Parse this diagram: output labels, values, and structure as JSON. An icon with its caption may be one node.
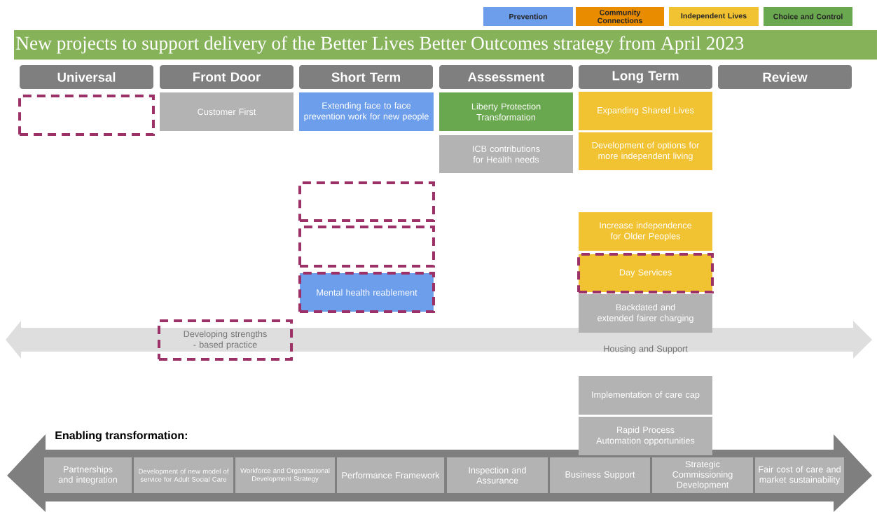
{
  "diagram": {
    "title": "New projects to support delivery of the Better Lives Better Outcomes strategy from April 2023",
    "nodes": [
      {
        "text": [
          "Universal"
        ]
      },
      {
        "text": [
          "Front Door"
        ]
      },
      {
        "text": [
          "Short Term"
        ]
      },
      {
        "text": [
          "Assessment"
        ]
      },
      {
        "text": [
          "Long Term"
        ]
      },
      {
        "text": [
          "Review"
        ]
      },
      {
        "text": [],
        "shape": "box"
      },
      {
        "text": [
          "Customer First"
        ]
      },
      {
        "text": [
          "Extending face to face prevention work for new people"
        ]
      },
      {
        "text": [
          "Liberty Protection Transformation"
        ]
      },
      {
        "text": [
          "Expanding Shared Lives"
        ]
      },
      {
        "text": [
          "ICB contributions for Health needs"
        ]
      },
      {
        "text": [
          "Development of options for more independent living"
        ]
      },
      {
        "text": [],
        "shape": "box"
      },
      {
        "text": [],
        "shape": "box"
      },
      {
        "text": [
          "Increase independence for Older Peoples"
        ]
      },
      {
        "text": [
          "Day Services"
        ]
      },
      {
        "text": [
          "Mental health reablement"
        ]
      },
      {
        "text": [
          "Backdated and extended fairer charging"
        ]
      },
      {
        "text": [
          "Developing strengths - based practice"
        ]
      },
      {
        "text": [
          "Housing and Support"
        ]
      },
      {
        "text": [
          "Implementation of care cap"
        ]
      },
      {
        "text": [
          "Rapid Process Automation opportunities"
        ]
      },
      {
        "text": [
          "Partnerships and integration"
        ]
      },
      {
        "text": [
          "Development of new model of service for Adult Social Care"
        ]
      },
      {
        "text": [
          "Workforce and Organisational Development Strategy"
        ]
      },
      {
        "text": [
          "Performance Framework"
        ]
      },
      {
        "text": [
          "Inspection and Assurance"
        ]
      },
      {
        "text": [
          "Business Support"
        ]
      },
      {
        "text": [
          "Strategic Commissioning Development"
        ]
      },
      {
        "text": [
          "Fair cost of care and market sustainability"
        ]
      }
    ],
    "labels": [
      "Enabling transformation:"
    ],
    "legend": [
      {
        "text": "Prevention",
        "color": "#6d9eeb"
      },
      {
        "text": "Community Connections",
        "color": "#e98c00"
      },
      {
        "text": "Independent Lives",
        "color": "#f1c232"
      },
      {
        "text": "Choice and Control",
        "color": "#6aa84f"
      }
    ]
  }
}
